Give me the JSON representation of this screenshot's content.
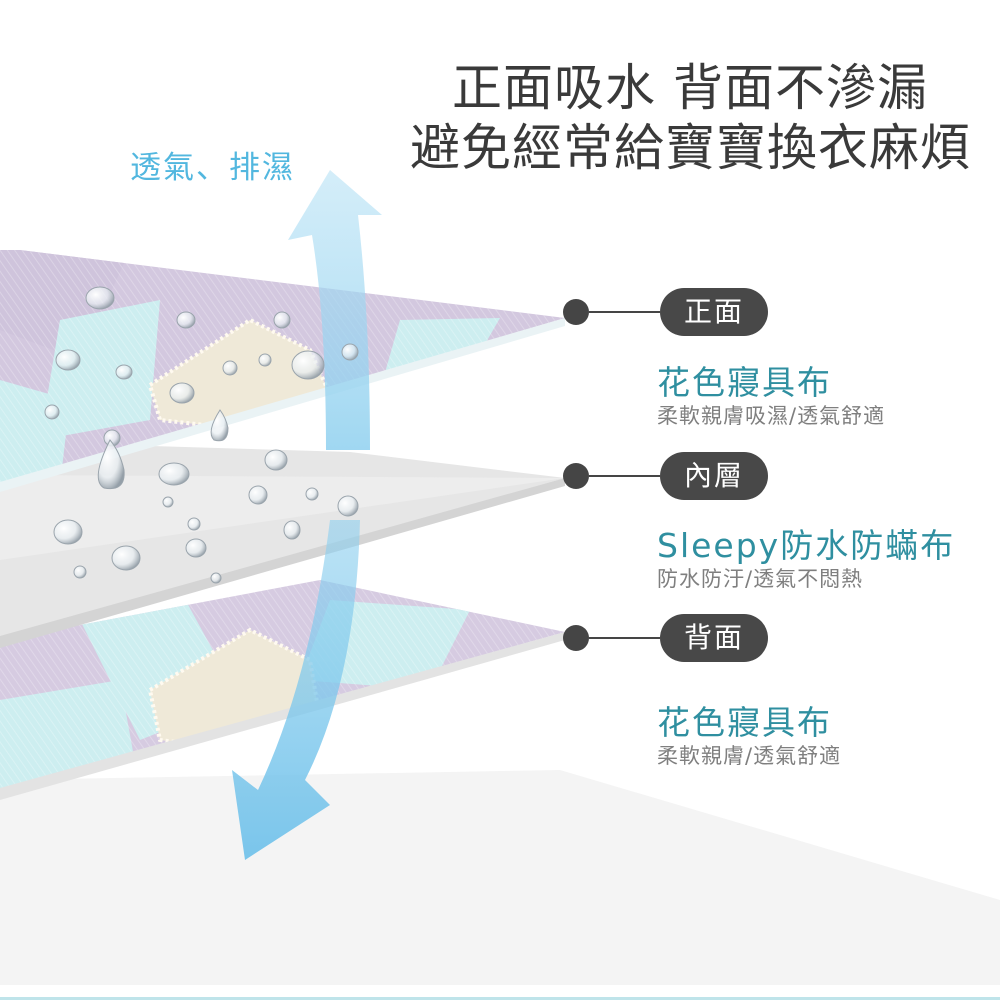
{
  "headline": {
    "line1": "正面吸水  背面不滲漏",
    "line2": "避免經常給寶寶換衣麻煩"
  },
  "breathable_label": "透氣、排濕",
  "layers": [
    {
      "badge": "正面",
      "title": "花色寢具布",
      "desc": "柔軟親膚吸濕/透氣舒適"
    },
    {
      "badge": "內層",
      "title": "Sleepy防水防蟎布",
      "desc": "防水防汙/透氣不悶熱"
    },
    {
      "badge": "背面",
      "title": "花色寢具布",
      "desc": "柔軟親膚/透氣舒適"
    }
  ],
  "colors": {
    "accent_blue": "#52b7df",
    "title_teal": "#2f8fa0",
    "badge_dark": "#484848",
    "fabric_lavender": "#cfc4dc",
    "fabric_aqua": "#cdeef0"
  }
}
